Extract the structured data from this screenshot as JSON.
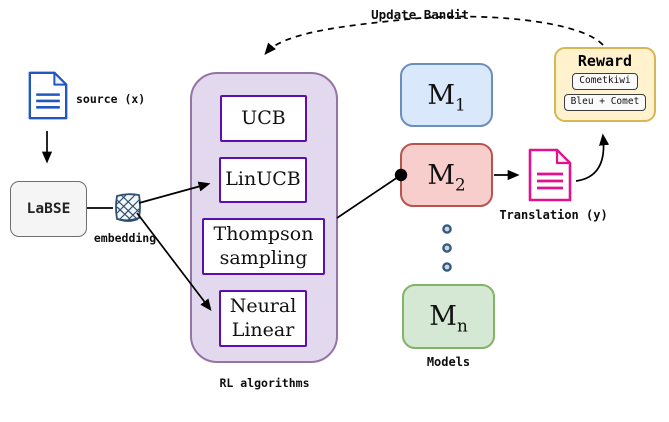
{
  "labels": {
    "update_bandit": "Update Bandit",
    "source": "source (x)",
    "embedding": "embedding",
    "rl_algorithms": "RL algorithms",
    "models": "Models",
    "translation": "Translation (y)"
  },
  "nodes": {
    "labse": "LaBSE",
    "algorithms": [
      {
        "label": "UCB"
      },
      {
        "label": "LinUCB"
      },
      {
        "label": "Thompson sampling"
      },
      {
        "label": "Neural Linear"
      }
    ],
    "models": [
      {
        "base": "M",
        "sub": "1"
      },
      {
        "base": "M",
        "sub": "2"
      },
      {
        "base": "M",
        "sub": "n"
      }
    ],
    "reward": {
      "title": "Reward",
      "metrics": [
        "Cometkiwi",
        "Bleu + Comet"
      ]
    }
  },
  "icons": {
    "source_document": "document-icon",
    "translation_document": "document-icon",
    "embedding": "embedding-mesh-icon",
    "ellipsis_dots": "vertical-ellipsis"
  },
  "colors": {
    "purple_container_fill": "#e2d9ee",
    "purple_container_stroke": "#9673a6",
    "algorithm_box_stroke": "#5c0fae",
    "m1_fill": "#dae8fc",
    "m1_stroke": "#6c8ebf",
    "m2_fill": "#f8cecc",
    "m2_stroke": "#b85450",
    "mn_fill": "#d5e8d4",
    "mn_stroke": "#82b366",
    "reward_fill": "#fff2cc",
    "reward_stroke": "#d6b656",
    "labse_fill": "#f5f5f5",
    "labse_stroke": "#666666",
    "source_doc": "#2257c0",
    "translation_doc": "#e0138c",
    "embedding_icon": "#2e4f70",
    "ellipsis_dot": "#36597e",
    "connector": "#000000"
  }
}
